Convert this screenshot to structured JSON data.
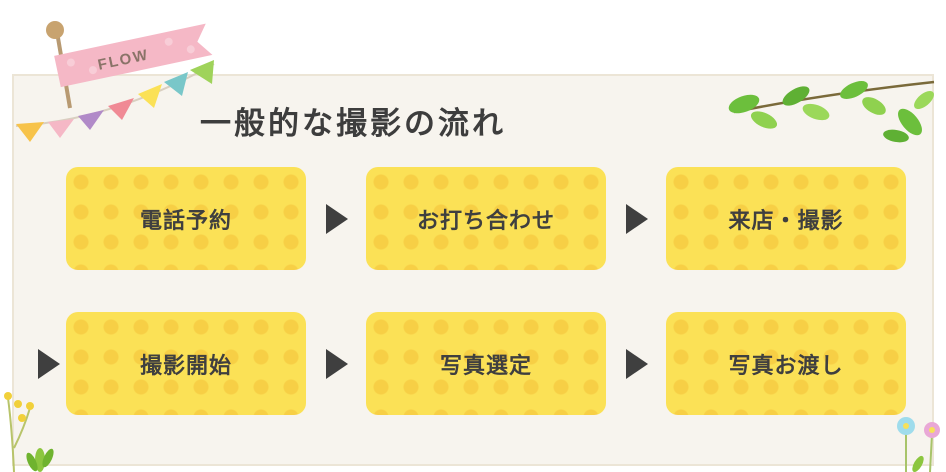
{
  "flag": {
    "label": "FLOW"
  },
  "heading": "一般的な撮影の流れ",
  "steps": [
    "電話予約",
    "お打ち合わせ",
    "来店・撮影",
    "撮影開始",
    "写真選定",
    "写真お渡し"
  ],
  "colors": {
    "panel": "#f7f4ee",
    "step": "#fbe156",
    "step_dot": "#f7cf45",
    "text": "#3f3f3f",
    "flag": "#f5b8c6"
  },
  "icons": [
    "flag-icon",
    "bunting-icon",
    "leaf-branch-icon",
    "flower-icon",
    "arrow-right-icon"
  ]
}
